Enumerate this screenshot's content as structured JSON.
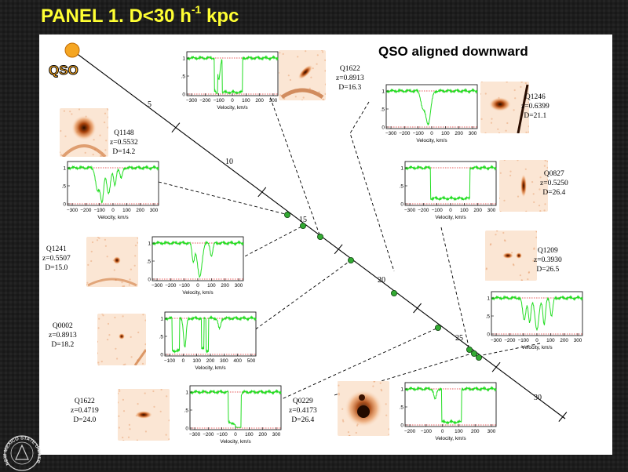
{
  "header": {
    "title_main": "PANEL 1. D<30 h",
    "title_sup": "-1",
    "title_tail": " kpc"
  },
  "panel": {
    "heading": "QSO aligned downward",
    "qso_label": "QSO",
    "axis_ticks": [
      "5",
      "10",
      "15",
      "20",
      "25",
      "30"
    ]
  },
  "spectrum_axis": {
    "y_ticks": [
      "1",
      ".5",
      "0"
    ],
    "x_label": "Velocity, km/s"
  },
  "absorbers": [
    {
      "name": "Q1622",
      "z": "z=0.8913",
      "d": "D=16.3",
      "x_ticks": [
        "−300",
        "−200",
        "−100",
        "0",
        "100",
        "200",
        "300"
      ]
    },
    {
      "name": "Q1148",
      "z": "z=0.5532",
      "d": "D=14.2",
      "x_ticks": [
        "−300",
        "−200",
        "−100",
        "0",
        "100",
        "200",
        "300"
      ]
    },
    {
      "name": "Q1241",
      "z": "z=0.5507",
      "d": "D=15.0",
      "x_ticks": [
        "−300",
        "−200",
        "−100",
        "0",
        "100",
        "200",
        "300"
      ]
    },
    {
      "name": "Q0002",
      "z": "z=0.8913",
      "d": "D=18.2",
      "x_ticks": [
        "−100",
        "0",
        "100",
        "200",
        "300",
        "400",
        "500"
      ]
    },
    {
      "name": "Q1622",
      "z": "z=0.4719",
      "d": "D=24.0",
      "x_ticks": [
        "−300",
        "−200",
        "−100",
        "0",
        "100",
        "200",
        "300"
      ]
    },
    {
      "name": "Q0229",
      "z": "z=0.4173",
      "d": "D=26.4",
      "x_ticks": [
        "−200",
        "−100",
        "0",
        "100",
        "200",
        "300"
      ]
    },
    {
      "name": "Q1246",
      "z": "z=0.6399",
      "d": "D=21.1",
      "x_ticks": [
        "−300",
        "−200",
        "−100",
        "0",
        "100",
        "200",
        "300"
      ]
    },
    {
      "name": "Q0827",
      "z": "z=0.5250",
      "d": "D=26.4",
      "x_ticks": [
        "−300",
        "−200",
        "−100",
        "0",
        "100",
        "200",
        "300"
      ]
    },
    {
      "name": "Q1209",
      "z": "z=0.3930",
      "d": "D=26.5",
      "x_ticks": [
        "−300",
        "−200",
        "−100",
        "0",
        "100",
        "200",
        "300"
      ]
    }
  ],
  "seal": {
    "text": "NEW MEXICO STATE UNIVERSITY"
  },
  "colors": {
    "title": "#ffff33",
    "spectrum": "#22dd22",
    "continuum": "#dd2222",
    "qso_dot": "#f5a623",
    "absorber_dot": "#33aa33"
  }
}
